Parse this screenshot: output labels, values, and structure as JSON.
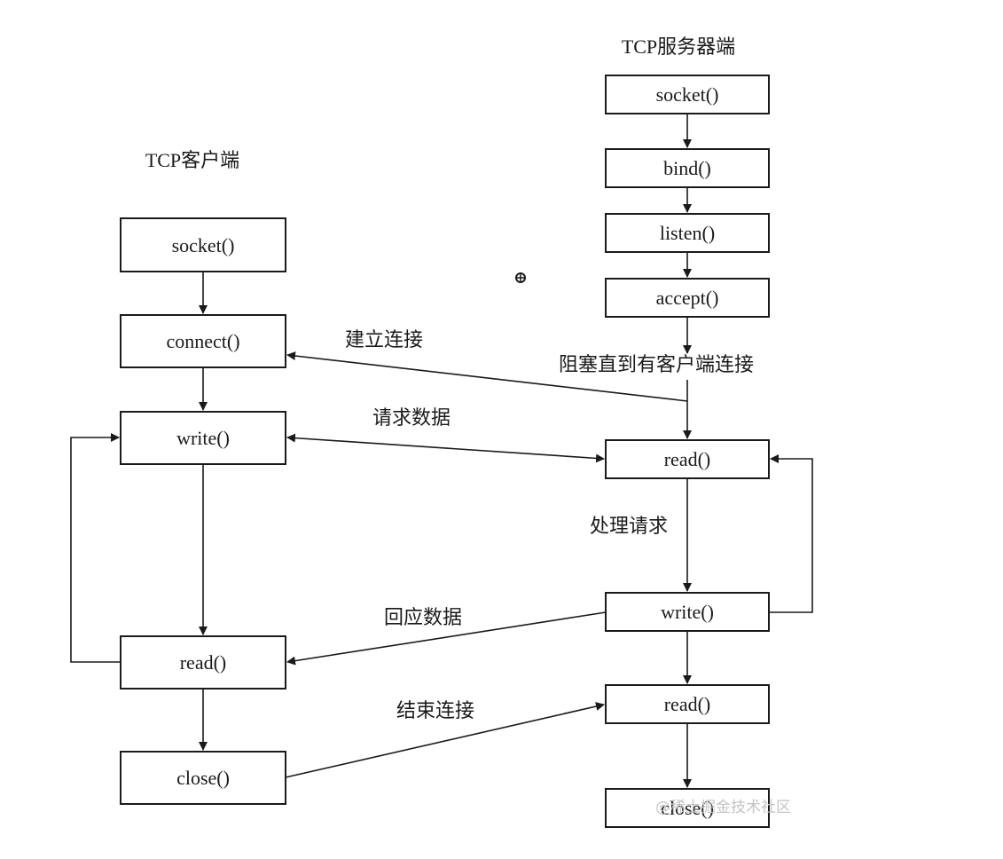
{
  "titles": {
    "client": "TCP客户端",
    "server": "TCP服务器端"
  },
  "client": {
    "socket": "socket()",
    "connect": "connect()",
    "write": "write()",
    "read": "read()",
    "close": "close()"
  },
  "server": {
    "socket": "socket()",
    "bind": "bind()",
    "listen": "listen()",
    "accept": "accept()",
    "read": "read()",
    "write": "write()",
    "read2": "read()",
    "close": "close()"
  },
  "annotations": {
    "establish": "建立连接",
    "block": "阻塞直到有客户端连接",
    "request": "请求数据",
    "process": "处理请求",
    "reply": "回应数据",
    "end": "结束连接"
  },
  "watermark": "@稀土掘金技术社区"
}
